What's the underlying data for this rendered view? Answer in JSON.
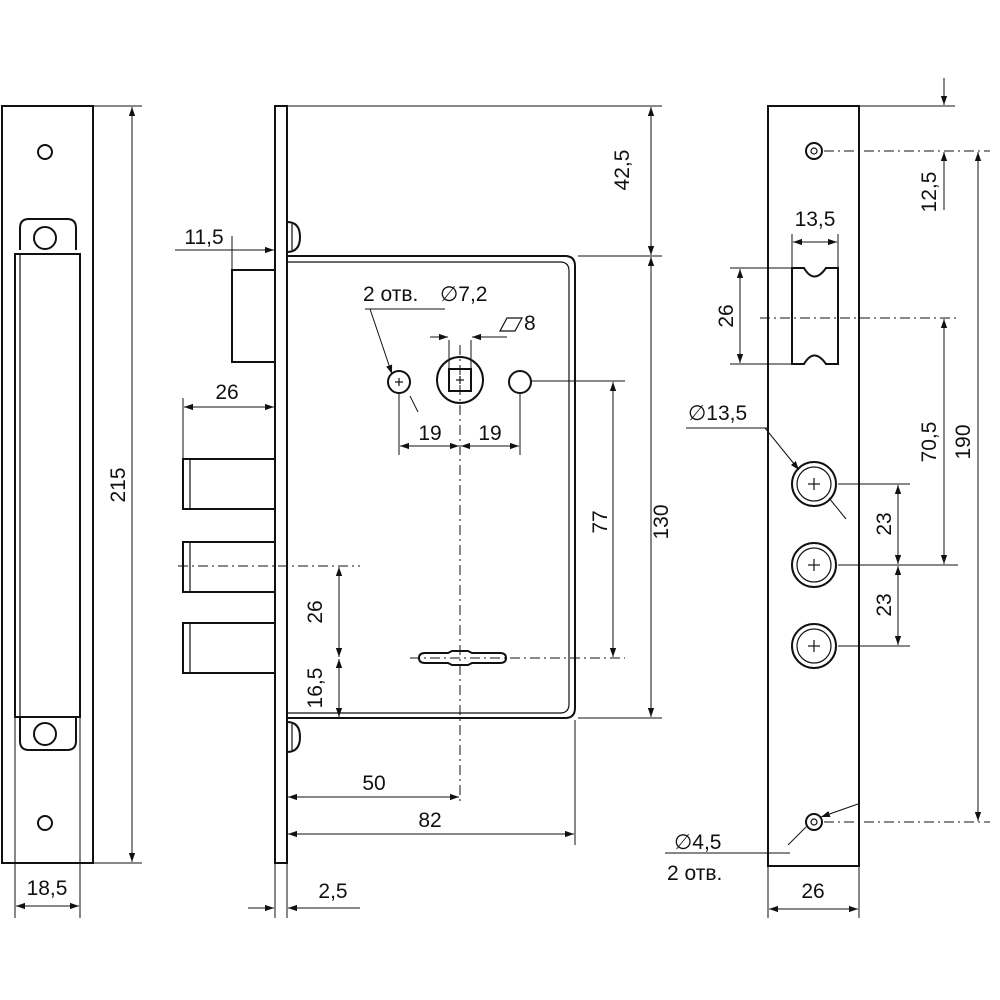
{
  "labels": {
    "d215": "215",
    "d18_5": "18,5",
    "d11_5": "11,5",
    "d26_bolts": "26",
    "d42_5": "42,5",
    "d2holes_72": "2 отв.",
    "d_phi72": "∅7,2",
    "d8": "8",
    "d19a": "19",
    "d19b": "19",
    "d77": "77",
    "d130": "130",
    "d26_key": "26",
    "d16_5": "16,5",
    "d50": "50",
    "d82": "82",
    "d2_5": "2,5",
    "d12_5": "12,5",
    "d13_5_top": "13,5",
    "d26_slot": "26",
    "d70_5": "70,5",
    "d190": "190",
    "d_phi13_5": "∅13,5",
    "d23a": "23",
    "d23b": "23",
    "d_phi4_5": "∅4,5",
    "d2holes_45": "2 отв.",
    "d26_bottom": "26"
  },
  "colors": {
    "line": "#111111",
    "background": "#ffffff"
  }
}
